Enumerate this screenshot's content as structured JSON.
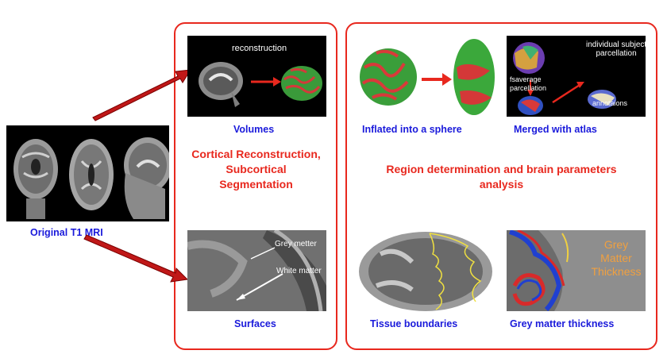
{
  "original": {
    "caption": "Original T1 MRI"
  },
  "left_panel": {
    "title_lines": [
      "Cortical Reconstruction,",
      "Subcortical",
      "Segmentation"
    ],
    "volumes": {
      "caption": "Volumes",
      "image_label": "reconstruction"
    },
    "surfaces": {
      "caption": "Surfaces",
      "label_grey": "Grey metter",
      "label_white": "White matter"
    }
  },
  "right_panel": {
    "title_lines": [
      "Region determination and brain parameters",
      "analysis"
    ],
    "inflated": {
      "caption": "Inflated into a sphere"
    },
    "merged": {
      "caption": "Merged with atlas",
      "label_individual_1": "individual subject",
      "label_individual_2": "parcellation",
      "label_fsaverage_1": "fsaverage",
      "label_fsaverage_2": "parcellation",
      "label_annot": "annotaions"
    },
    "tissue": {
      "caption": "Tissue boundaries"
    },
    "thickness": {
      "caption": "Grey matter thickness",
      "label_lines": [
        "Grey",
        "Matter",
        "Thickness"
      ]
    }
  },
  "colors": {
    "accent_red": "#e8281e",
    "caption_blue": "#1a1adb",
    "thickness_orange": "#f0a040"
  }
}
